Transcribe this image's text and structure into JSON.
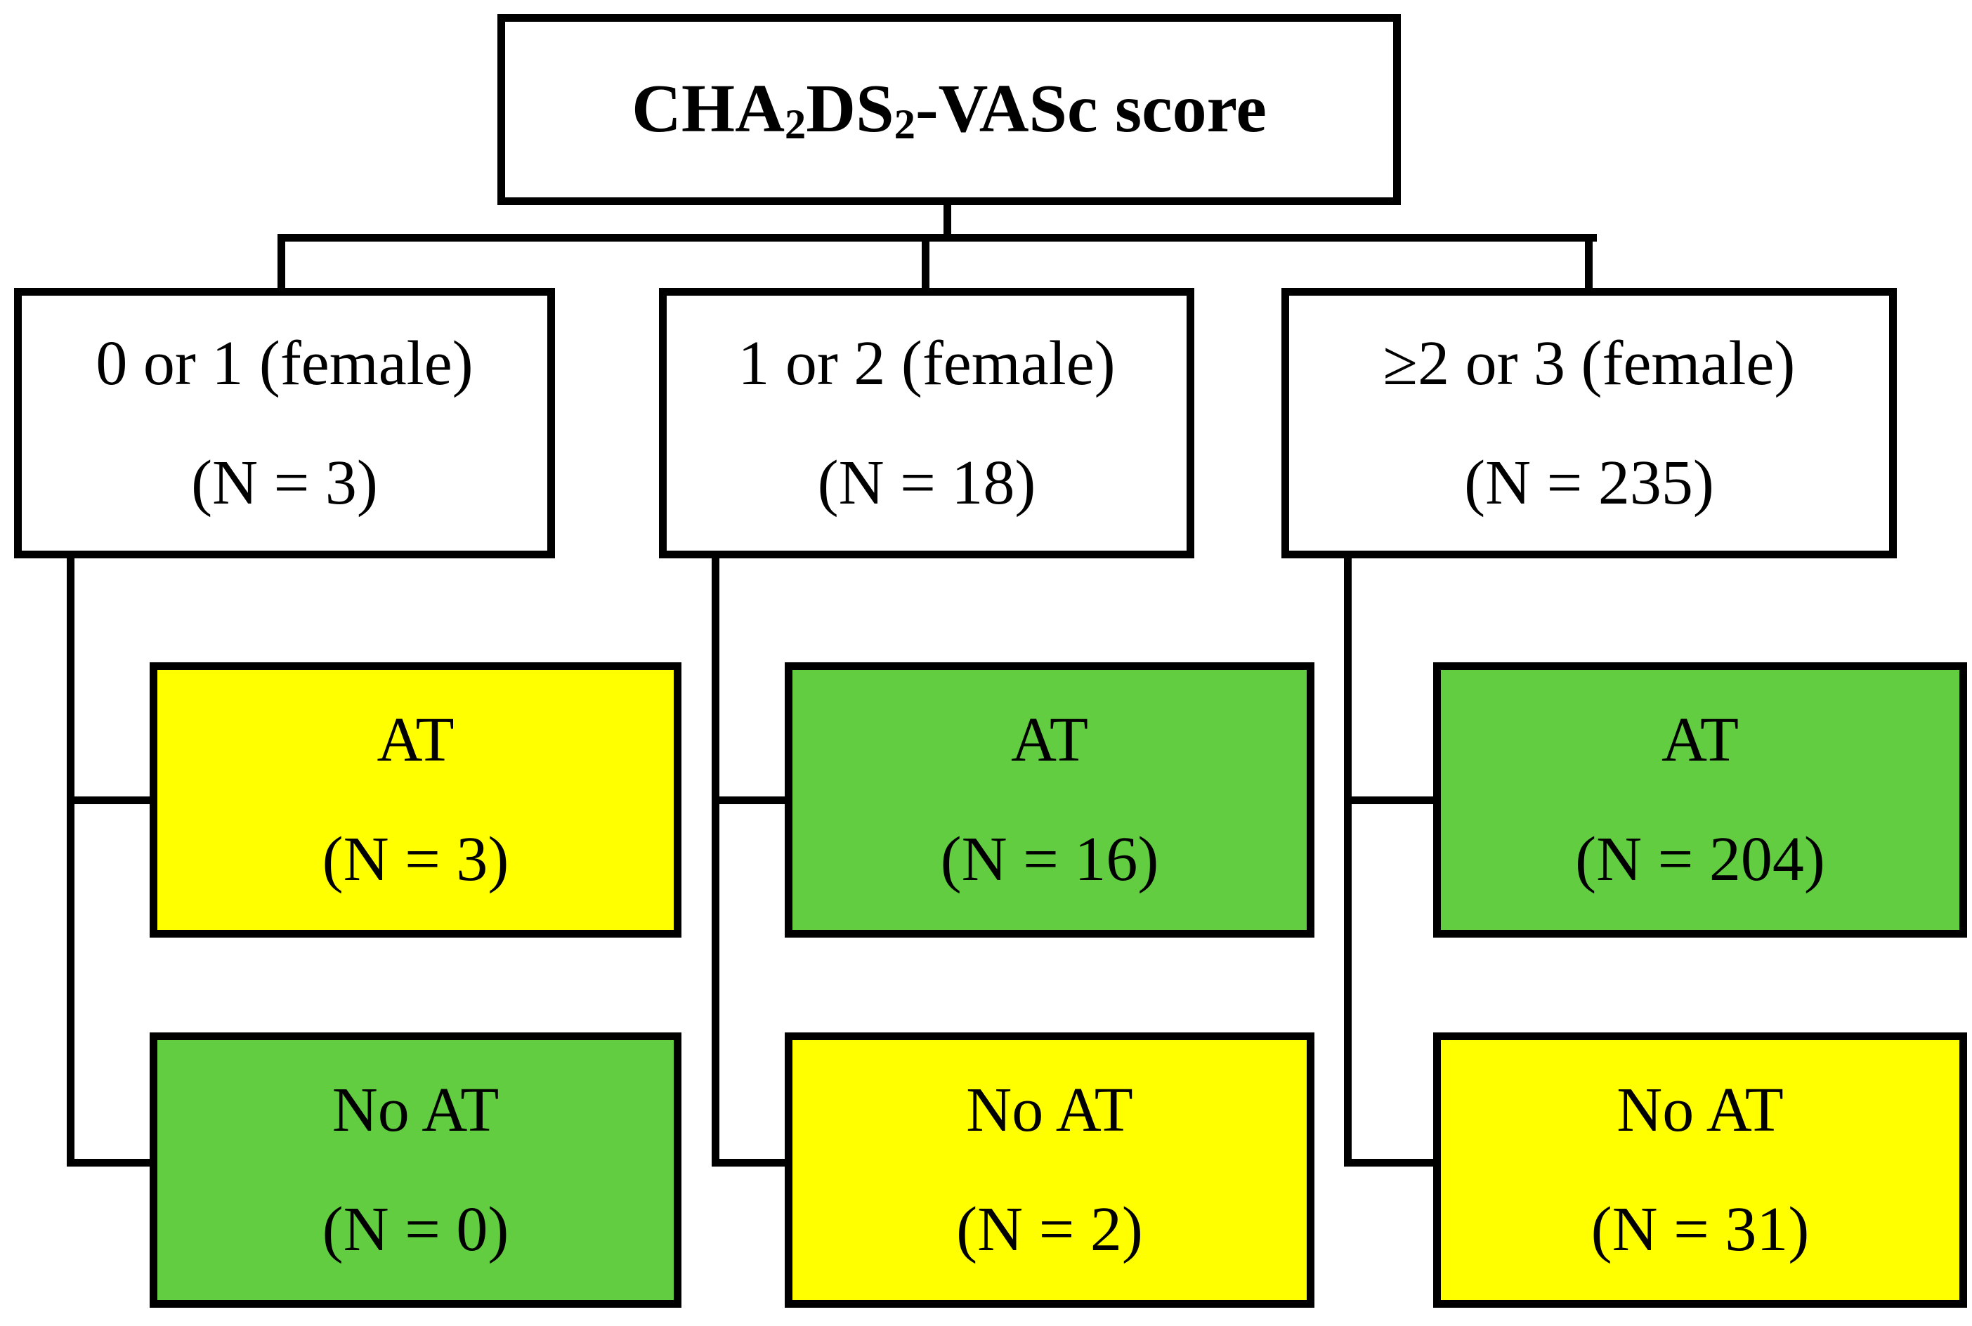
{
  "figure": {
    "root": {
      "title_text": "CHA₂DS₂-VASc score",
      "title_parts": [
        {
          "text": "CHA"
        },
        {
          "sub": "2"
        },
        {
          "text": "DS"
        },
        {
          "sub": "2"
        },
        {
          "text": "-VASc score"
        }
      ]
    },
    "colors": {
      "yellow": "#FFFF00",
      "green": "#62CD40",
      "line": "#000000",
      "background": "#FFFFFF"
    },
    "columns": [
      {
        "group": {
          "line1": "0 or 1 (female)",
          "line2": "(N = 3)"
        },
        "at": {
          "label": "AT",
          "n": "(N = 3)",
          "fill": "#FFFF00"
        },
        "no_at": {
          "label": "No AT",
          "n": "(N = 0)",
          "fill": "#62CD40"
        }
      },
      {
        "group": {
          "line1": "1 or 2 (female)",
          "line2": "(N = 18)"
        },
        "at": {
          "label": "AT",
          "n": "(N = 16)",
          "fill": "#62CD40"
        },
        "no_at": {
          "label": "No AT",
          "n": "(N = 2)",
          "fill": "#FFFF00"
        }
      },
      {
        "group": {
          "line1": "≥2 or 3 (female)",
          "line2": "(N = 235)"
        },
        "at": {
          "label": "AT",
          "n": "(N = 204)",
          "fill": "#62CD40"
        },
        "no_at": {
          "label": "No AT",
          "n": "(N = 31)",
          "fill": "#FFFF00"
        }
      }
    ]
  }
}
